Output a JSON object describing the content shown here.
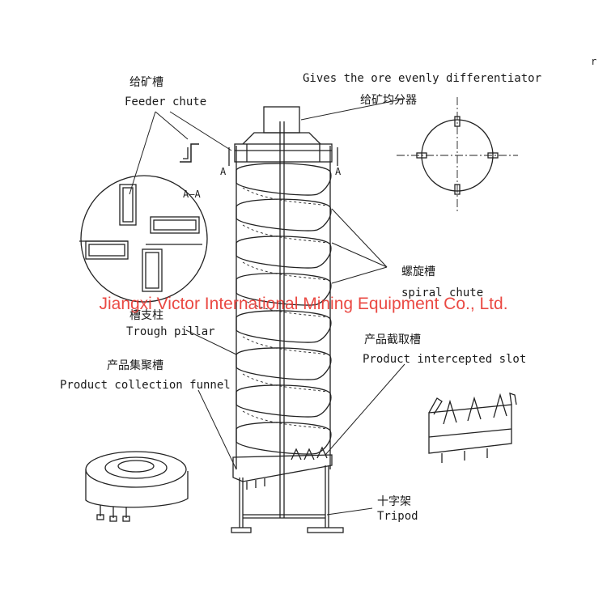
{
  "labels": {
    "feeder_cn": "给矿槽",
    "feeder_en": "Feeder chute",
    "differentiator_en": "Gives the ore evenly differentiator",
    "differentiator_cn": "给矿均分器",
    "spiral_cn": "螺旋槽",
    "spiral_en": "spiral chute",
    "pillar_cn": "槽支柱",
    "pillar_en": "Trough pillar",
    "intercept_cn": "产品截取槽",
    "intercept_en": "Product intercepted slot",
    "funnel_cn": "产品集聚槽",
    "funnel_en": "Product collection funnel",
    "tripod_cn": "十字架",
    "tripod_en": "Tripod",
    "section_mark": "A",
    "section_label": "A—A",
    "corner_mark": "r"
  },
  "watermark": {
    "text": "Jiangxi Victor International Mining Equipment Co., Ltd.",
    "color": "#e8352f"
  }
}
